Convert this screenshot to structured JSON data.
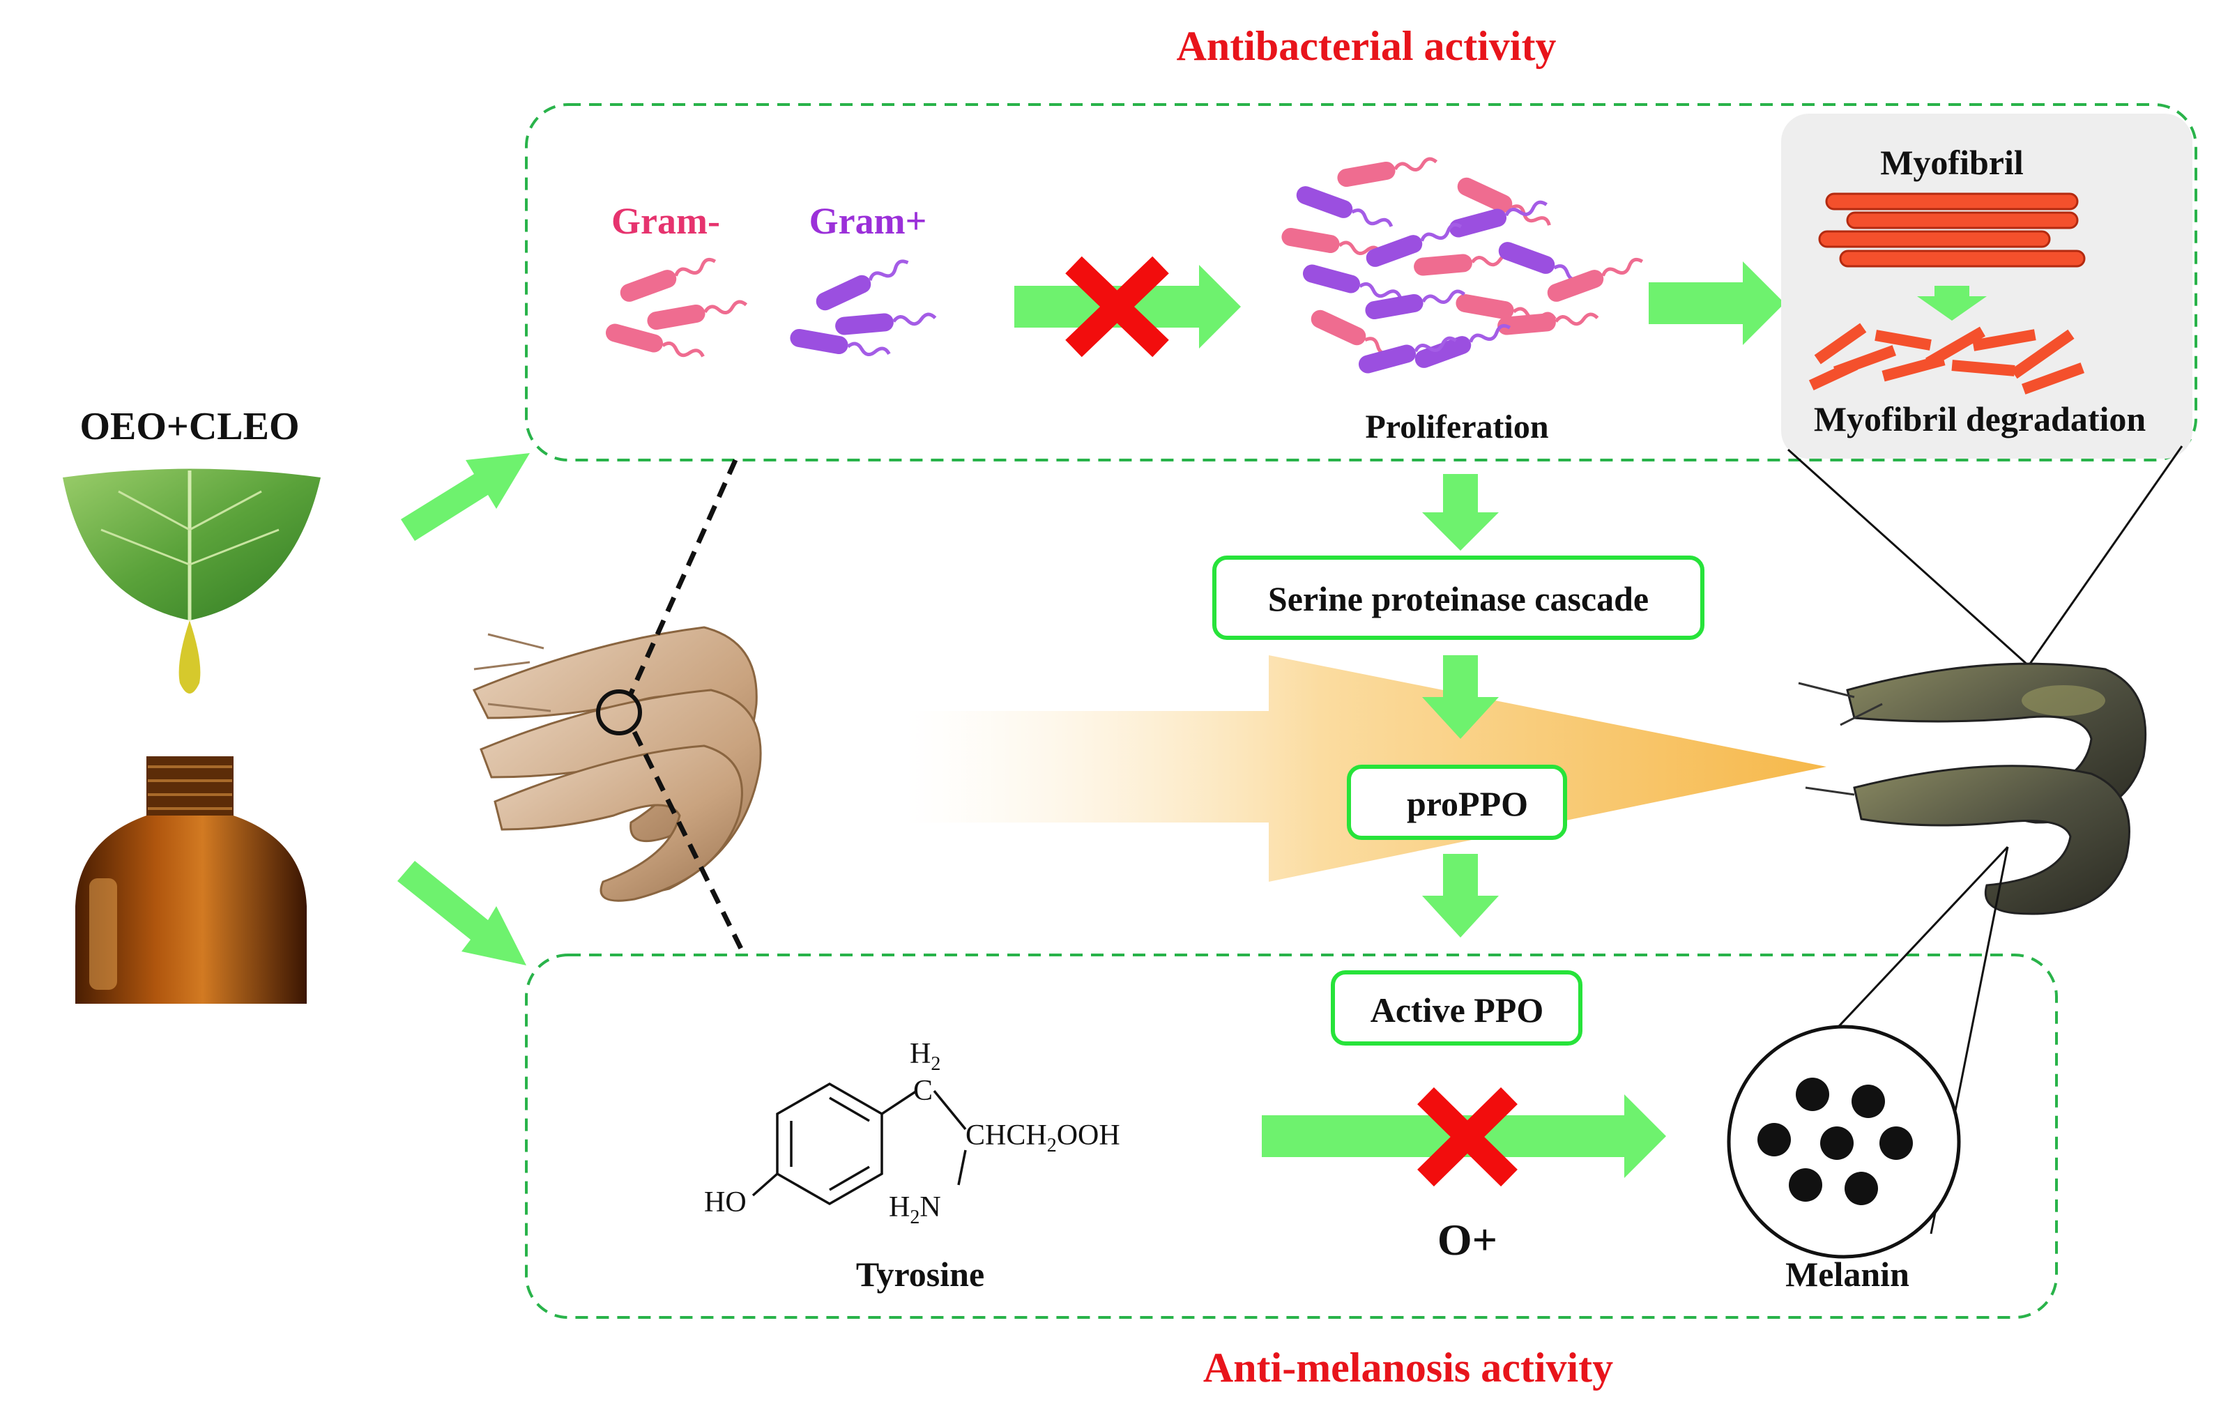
{
  "titles": {
    "top": "Antibacterial activity",
    "bottom": "Anti-melanosis activity"
  },
  "labels": {
    "treatment": "OEO+CLEO",
    "gram_negative": "Gram-",
    "gram_positive": "Gram+",
    "proliferation": "Proliferation",
    "myofibril": "Myofibril",
    "myofibril_degradation": "Myofibril degradation",
    "serine_cascade": "Serine proteinase cascade",
    "proppo": "proPPO",
    "active_ppo": "Active PPO",
    "oxygen": "O+",
    "tyrosine": "Tyrosine",
    "melanin": "Melanin"
  },
  "tyrosine_structure": {
    "h2_top": "H",
    "h2_top_sub": "2",
    "c": "C",
    "chain": "CHCH",
    "chain_sub": "2",
    "chain_end": "OOH",
    "ho": "HO",
    "amine": "H",
    "amine_sub": "2",
    "amine_n": "N"
  },
  "colors": {
    "title_red": "#e8141b",
    "gram_negative": "#e6336e",
    "gram_positive": "#9b30d9",
    "arrow_green": "#6ef26e",
    "box_green": "#27c33a",
    "dashed_green": "#29b34a",
    "cross_red": "#f20d0d",
    "myofibril_orange": "#f4502c",
    "big_arrow": "#f7c15a"
  }
}
